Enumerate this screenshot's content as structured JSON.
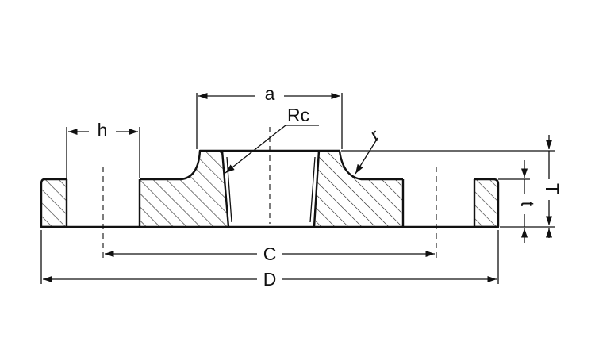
{
  "labels": {
    "a": "a",
    "Rc": "Rc",
    "r": "r",
    "h": "h",
    "C": "C",
    "D": "D",
    "t": "t",
    "T": "T"
  }
}
